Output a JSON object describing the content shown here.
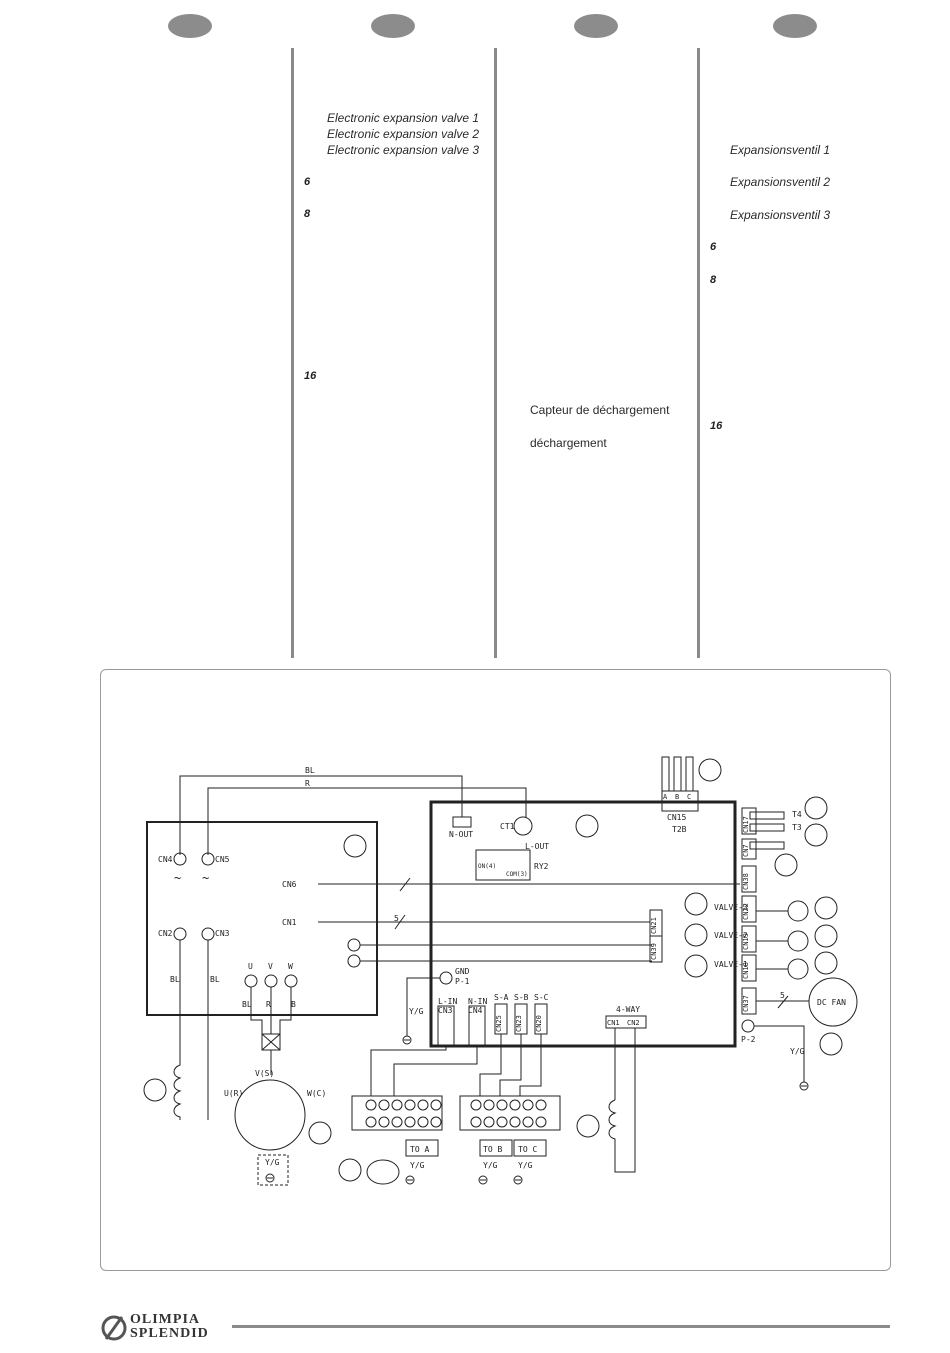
{
  "columns": {
    "col2": {
      "valve_lines": [
        "Electronic expansion valve 1",
        "Electronic expansion valve 2",
        "Electronic expansion valve 3"
      ],
      "numbers": [
        "6",
        "8",
        "16"
      ]
    },
    "col3": {
      "lines": [
        "Capteur de déchargement",
        "déchargement"
      ]
    },
    "col4": {
      "valve_lines": [
        "Expansionsventil 1",
        "Expansionsventil 2",
        "Expansionsventil 3"
      ],
      "numbers": [
        "6",
        "8",
        "16"
      ]
    }
  },
  "diagram": {
    "labels": {
      "bl_top": "BL",
      "r_top": "R",
      "cn4": "CN4",
      "cn5": "CN5",
      "cn2": "CN2",
      "cn3": "CN3",
      "cn6": "CN6",
      "cn1_left": "CN1",
      "u": "U",
      "v": "V",
      "w": "W",
      "bl_a": "BL",
      "bl_b": "BL",
      "bl_c": "BL",
      "r_c": "R",
      "b_c": "B",
      "n_out": "N-OUT",
      "ct1": "CT1",
      "l_out": "L-OUT",
      "ry2": "RY2",
      "on4": "ON(4)",
      "com3": "COM(3)",
      "cn15": "CN15",
      "t2b": "T2B",
      "a": "A",
      "b": "B",
      "c": "C",
      "cn17": "CN17",
      "cn7": "CN7",
      "t4": "T4",
      "t3": "T3",
      "cn38": "CN38",
      "cn21": "CN21",
      "cn39": "CN39",
      "cn22": "CN22",
      "cn19": "CN19",
      "cn18": "CN18",
      "cn37": "CN37",
      "valve3": "VALVE-3",
      "valve2": "VALVE-2",
      "valve1": "VALVE-1",
      "dc_fan": "DC FAN",
      "p2": "P-2",
      "yg_right": "Y/G",
      "gnd": "GND",
      "p1": "P-1",
      "yg_left": "Y/G",
      "l_in": "L-IN",
      "n_in": "N-IN",
      "cn3_b": "CN3",
      "cn4_b": "CN4",
      "sa": "S-A",
      "sb": "S-B",
      "sc": "S-C",
      "cn25": "CN25",
      "cn23": "CN23",
      "cn20": "CN20",
      "four_way": "4-WAY",
      "cn1_b": "CN1",
      "cn2_b": "CN2",
      "vs": "V(S)",
      "ur": "U(R)",
      "wc": "W(C)",
      "yg_motor": "Y/G",
      "to_a": "TO  A",
      "to_b": "TO  B",
      "to_c": "TO  C",
      "yg_a": "Y/G",
      "yg_b": "Y/G",
      "yg_c": "Y/G",
      "five_a": "5",
      "five_b": "5"
    }
  },
  "footer": {
    "brand_line1": "OLIMPIA",
    "brand_line2": "SPLENDID"
  }
}
